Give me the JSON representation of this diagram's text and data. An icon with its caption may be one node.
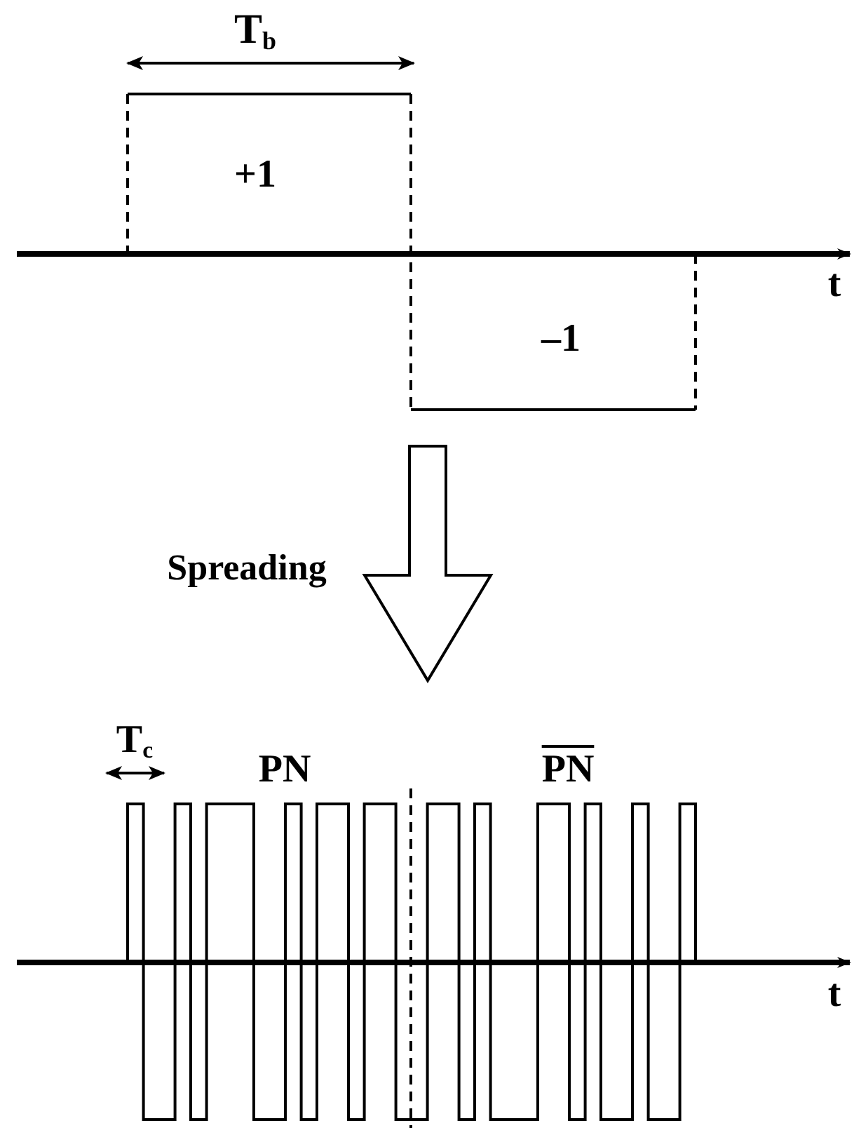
{
  "diagram": {
    "labels": [
      "T$_{b}$",
      "+1",
      "t",
      "–1",
      "Spreading",
      "T$_{c}$",
      "PN",
      "PN",
      "t"
    ]
  }
}
